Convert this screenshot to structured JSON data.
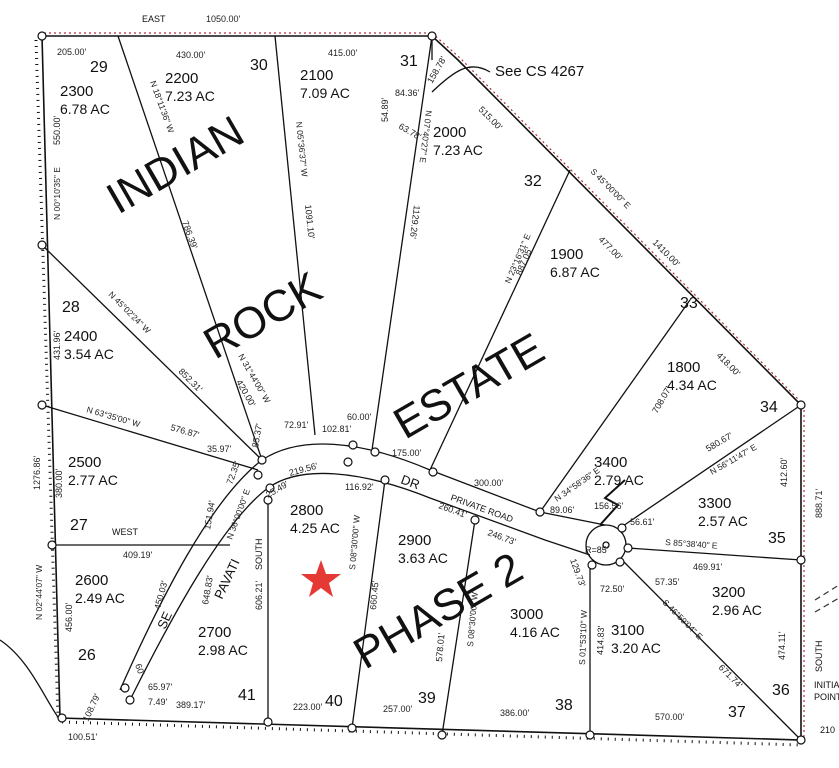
{
  "title_words": [
    "INDIAN",
    "ROCK",
    "ESTATE",
    "PHASE 2"
  ],
  "callout": "See CS 4267",
  "roads": {
    "dr": "DR",
    "private_road": "PRIVATE ROAD",
    "se": "SE",
    "pavati": "PAVATI",
    "radius": "R=85'"
  },
  "star_color": "#e53935",
  "boundary_color": "#b0303a",
  "lots": [
    {
      "num": "29",
      "id": "2300",
      "acres": "6.78 AC"
    },
    {
      "num": "2200",
      "id": "",
      "acres": "7.23 AC"
    },
    {
      "num": "30",
      "id": "",
      "acres": ""
    },
    {
      "num": "2100",
      "id": "",
      "acres": "7.09 AC"
    },
    {
      "num": "31",
      "id": "",
      "acres": ""
    },
    {
      "num": "2000",
      "id": "",
      "acres": "7.23 AC"
    },
    {
      "num": "32",
      "id": "",
      "acres": ""
    },
    {
      "num": "1900",
      "id": "",
      "acres": "6.87 AC"
    },
    {
      "num": "33",
      "id": "",
      "acres": ""
    },
    {
      "num": "1800",
      "id": "",
      "acres": "4.34 AC"
    },
    {
      "num": "34",
      "id": "",
      "acres": ""
    },
    {
      "num": "3400",
      "id": "",
      "acres": "2.79 AC"
    },
    {
      "num": "3300",
      "id": "",
      "acres": "2.57 AC"
    },
    {
      "num": "35",
      "id": "",
      "acres": ""
    },
    {
      "num": "3200",
      "id": "",
      "acres": "2.96 AC"
    },
    {
      "num": "36",
      "id": "",
      "acres": ""
    },
    {
      "num": "3100",
      "id": "",
      "acres": "3.20 AC"
    },
    {
      "num": "37",
      "id": "",
      "acres": ""
    },
    {
      "num": "3000",
      "id": "",
      "acres": "4.16 AC"
    },
    {
      "num": "38",
      "id": "",
      "acres": ""
    },
    {
      "num": "2900",
      "id": "",
      "acres": "3.63 AC"
    },
    {
      "num": "39",
      "id": "",
      "acres": ""
    },
    {
      "num": "2800",
      "id": "",
      "acres": "4.25 AC"
    },
    {
      "num": "40",
      "id": "",
      "acres": ""
    },
    {
      "num": "41",
      "id": "",
      "acres": ""
    },
    {
      "num": "2700",
      "id": "",
      "acres": "2.98 AC"
    },
    {
      "num": "26",
      "id": "",
      "acres": ""
    },
    {
      "num": "2600",
      "id": "",
      "acres": "2.49 AC"
    },
    {
      "num": "27",
      "id": "",
      "acres": ""
    },
    {
      "num": "2500",
      "id": "",
      "acres": "2.77 AC"
    },
    {
      "num": "28",
      "id": "",
      "acres": ""
    },
    {
      "num": "2400",
      "id": "",
      "acres": "3.54 AC"
    }
  ],
  "labels": {
    "east": "EAST",
    "east_len": "1050.00'",
    "d205": "205.00'",
    "d430": "430.00'",
    "d415": "415.00'",
    "d158": "158.78'",
    "d515": "515.00'",
    "d1410": "1410.00'",
    "d477": "477.00'",
    "d418": "418.00'",
    "d550": "550.00'",
    "d1276": "1276.86'",
    "d431": "431.96'",
    "d380": "380.00'",
    "d456": "456.00'",
    "b1": "N 00°10'35\" E",
    "b2": "N 02°44'07\" W",
    "b3": "N 18°11'36\" W",
    "d786": "786.39'",
    "b4": "N 05°36'37\" W",
    "d1091": "1091.10'",
    "b5": "N 07°40'27\" E",
    "d1129": "1129.26'",
    "b6": "N 23°16'31\" E",
    "d887": "887.05'",
    "b7": "S 45°00'00\" E",
    "b8": "N 45°02'24\" W",
    "d852": "852.31'",
    "b9": "N 31°44'00\" W",
    "d420": "420.00'",
    "b10": "N 63°35'00\" W",
    "d576": "576.87'",
    "d84": "84.36'",
    "d54": "54.89'",
    "d63": "63.78'",
    "d100": "100.51'",
    "west": "WEST",
    "d409": "409.19'",
    "d151": "151.94'",
    "d72": "72.35'",
    "d35": "35.97'",
    "d85": "85.37'",
    "d7291": "72.91'",
    "d10281": "102.81'",
    "d60": "60.00'",
    "d175": "175.00'",
    "d219": "219.56'",
    "d2549": "25.49'",
    "d11692": "116.92'",
    "d300": "300.00'",
    "d260": "260.41'",
    "d89": "89.06'",
    "d15656": "156.56'",
    "d24673": "246.73'",
    "d5661": "56.61'",
    "d12973": "129.73'",
    "d7250": "72.50'",
    "d5735": "57.35'",
    "b11": "N 34°58'36\" E",
    "d708": "708.07'",
    "d580": "580.67'",
    "b12": "N 56°11'47\" E",
    "d412": "412.60'",
    "d888": "888.71'",
    "b13": "S 85°38'40\" E",
    "d469": "469.91'",
    "b14": "S 46°59'04\" E",
    "d671": "671.74'",
    "d474": "474.11'",
    "south": "SOUTH",
    "d570": "570.00'",
    "d386": "386.00'",
    "d257": "257.00'",
    "d223": "223.00'",
    "d389": "389.17'",
    "d749": "7.49'",
    "d6597": "65.97'",
    "d10879": "108.79'",
    "d60b": "60'",
    "d450": "450.03'",
    "d648": "648.83'",
    "b15": "N 36°00'00\" E",
    "d606": "606.21'",
    "b16": "S 08°30'00\" W",
    "d660": "660.45'",
    "b17": "S 08°30'00\" W",
    "d578": "578.01'",
    "b18": "S 01°53'10\" W",
    "d414": "414.83'",
    "initial": "INITIAL",
    "point": "POINT",
    "d210": "210"
  }
}
